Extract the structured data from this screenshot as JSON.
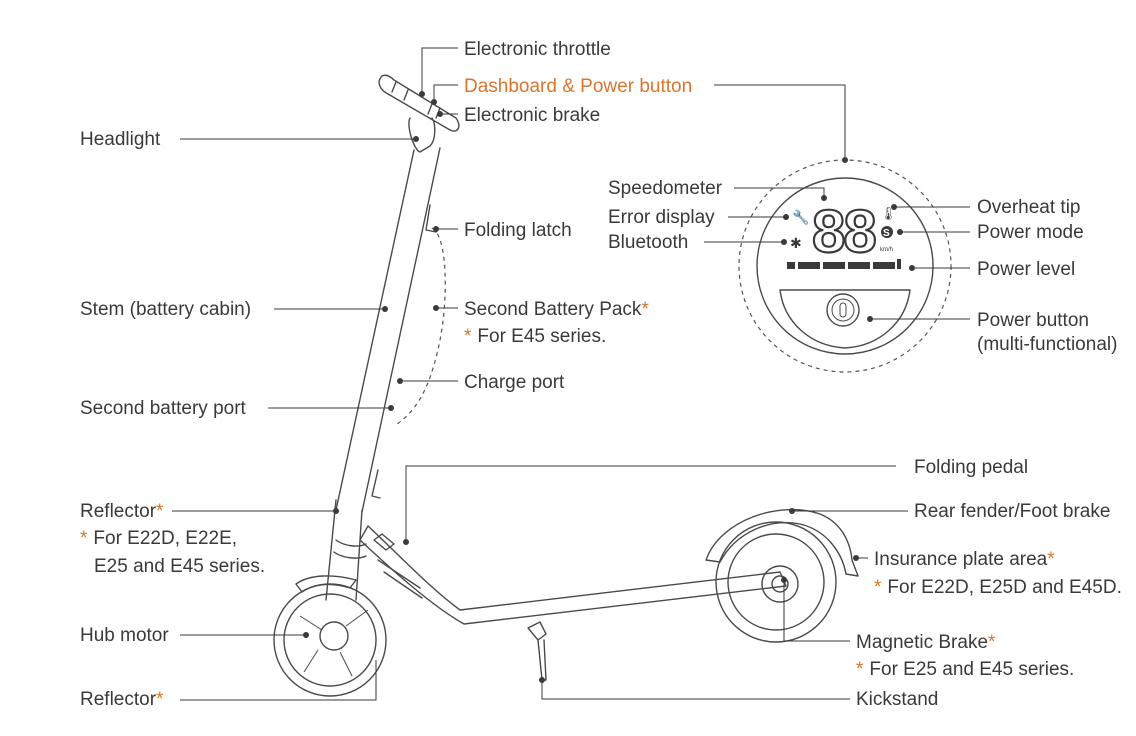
{
  "labels": {
    "electronic_throttle": "Electronic throttle",
    "dashboard_power_button": "Dashboard & Power button",
    "electronic_brake": "Electronic brake",
    "headlight": "Headlight",
    "folding_latch": "Folding latch",
    "stem": "Stem (battery cabin)",
    "second_battery_pack": "Second Battery Pack",
    "second_battery_pack_note": "For E45 series.",
    "charge_port": "Charge port",
    "second_battery_port": "Second battery port",
    "folding_pedal": "Folding pedal",
    "rear_fender": "Rear fender/Foot brake",
    "reflector_top": "Reflector",
    "reflector_top_note_1": "For E22D, E22E,",
    "reflector_top_note_2": "E25 and E45 series.",
    "insurance_plate": "Insurance plate area",
    "insurance_plate_note": "For E22D, E25D and E45D.",
    "hub_motor": "Hub motor",
    "magnetic_brake": "Magnetic Brake",
    "magnetic_brake_note": "For E25 and E45 series.",
    "reflector_bottom": "Reflector",
    "kickstand": "Kickstand",
    "speedometer": "Speedometer",
    "error_display": "Error display",
    "bluetooth": "Bluetooth",
    "overheat_tip": "Overheat tip",
    "power_mode": "Power mode",
    "power_level": "Power level",
    "power_button_1": "Power button",
    "power_button_2": "(multi-functional)"
  },
  "asterisk": "*",
  "dashboard": {
    "speed_digits": "88",
    "speed_unit": "km/h",
    "mode_badge": "S"
  },
  "colors": {
    "accent": "#d9762e",
    "line": "#3a3a3a"
  }
}
